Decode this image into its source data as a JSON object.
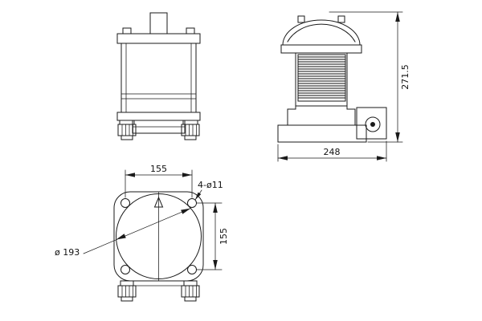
{
  "page": {
    "background": "#ffffff",
    "line_color": "#1a1a1a"
  },
  "drawing": {
    "dim_height": "271.5",
    "dim_width": "248",
    "dim_bolt_spacing_horizontal": "155",
    "dim_bolt_spacing_vertical": "155",
    "dim_flange_diameter": "ø 193",
    "dim_bolt_holes": "4-ø11"
  }
}
